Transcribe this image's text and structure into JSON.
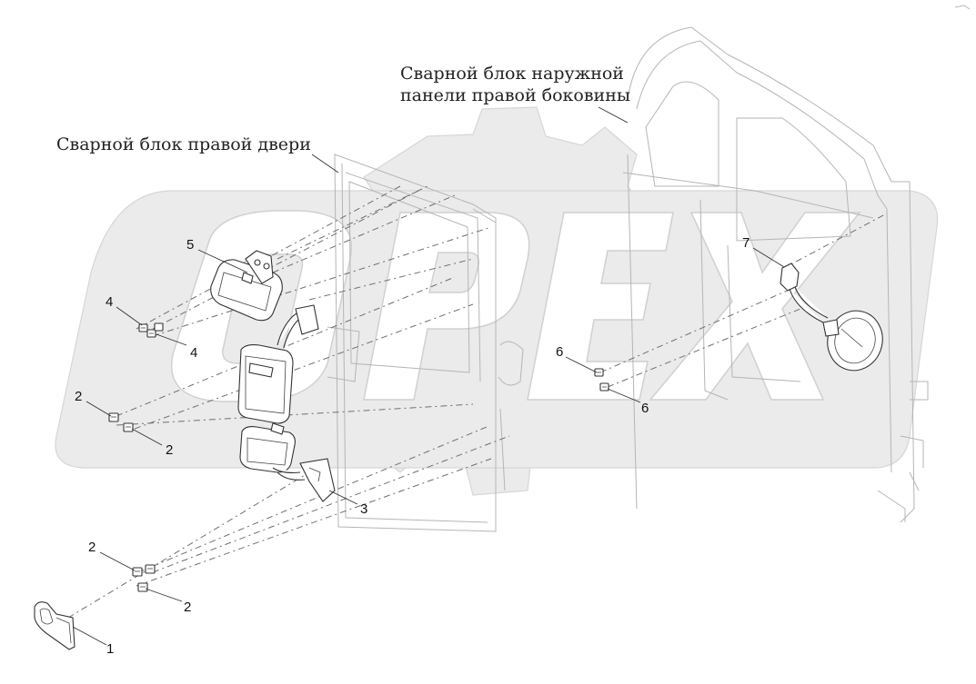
{
  "labels": {
    "door_block": "Сварной блок правой двери",
    "side_panel_line1": "Сварной блок наружной",
    "side_panel_line2": "панели правой боковины"
  },
  "callouts": [
    "5",
    "4",
    "4",
    "2",
    "2",
    "3",
    "2",
    "2",
    "1",
    "7",
    "6",
    "6"
  ],
  "watermark": {
    "text": "OPEX",
    "color": "#ebebeb"
  },
  "colors": {
    "line": "#333333",
    "body_outline": "#b5b5b5",
    "text": "#222222"
  }
}
